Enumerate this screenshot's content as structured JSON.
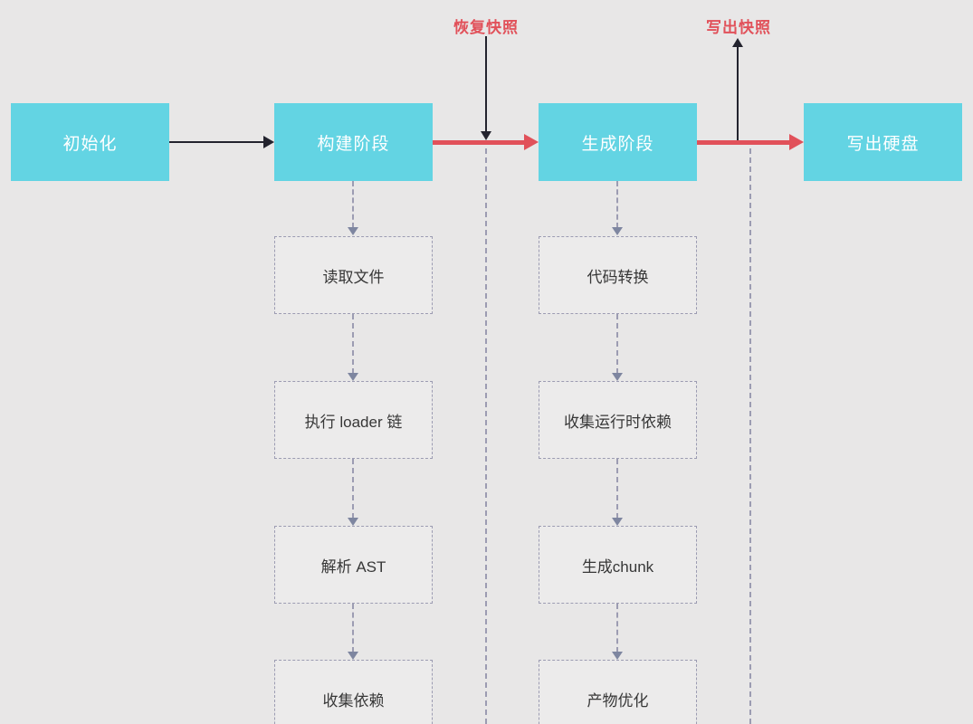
{
  "labels": {
    "restore_snapshot": "恢复快照",
    "write_snapshot": "写出快照"
  },
  "nodes": {
    "init": "初始化",
    "build": "构建阶段",
    "generate": "生成阶段",
    "write": "写出硬盘"
  },
  "build_steps": [
    "读取文件",
    "执行 loader 链",
    "解析 AST",
    "收集依赖"
  ],
  "generate_steps": [
    "代码转换",
    "收集运行时依赖",
    "生成chunk",
    "产物优化"
  ],
  "colors": {
    "background": "#e8e7e7",
    "node_fill": "#63d4e3",
    "node_text": "#ffffff",
    "red": "#e1515a",
    "dark": "#23232e",
    "dash": "#9c9cb2",
    "connector": "#7e86a0",
    "step_bg": "#ecebeb",
    "step_text": "#373737"
  }
}
